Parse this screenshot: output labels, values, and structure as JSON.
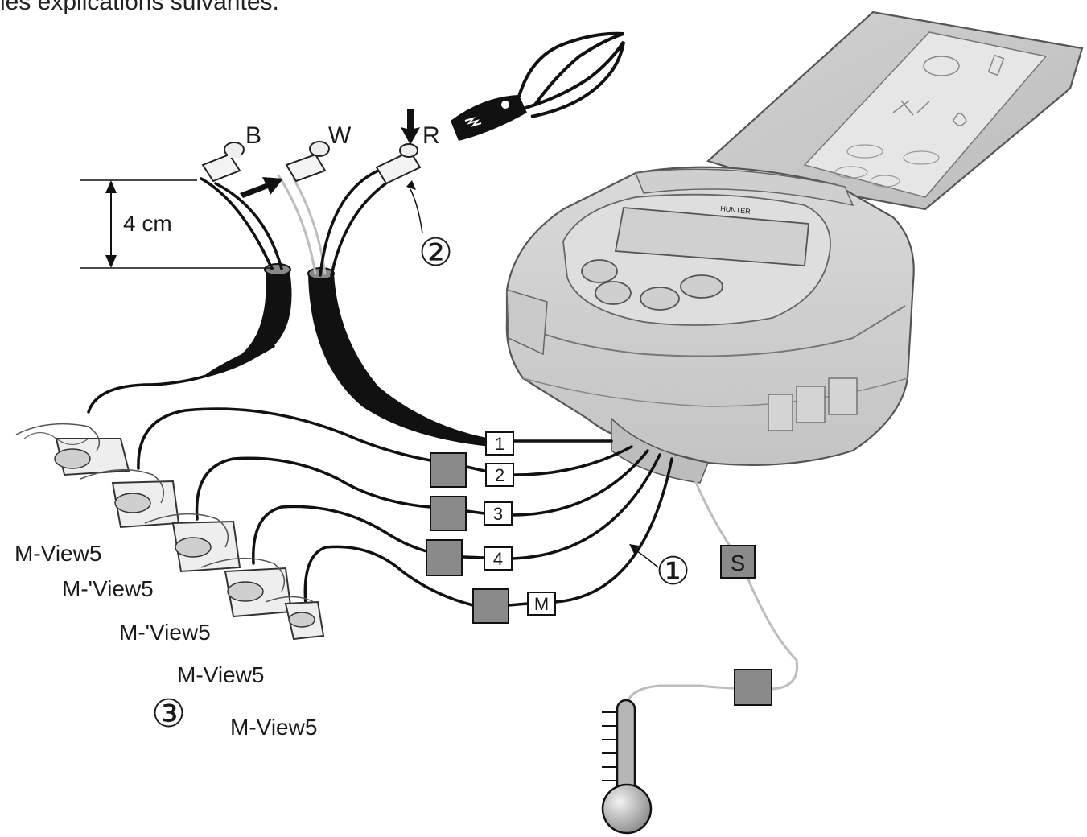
{
  "intro_text": "les explications suivantes.",
  "wire_labels": {
    "b": "B",
    "w": "W",
    "r": "R"
  },
  "dimension": "4 cm",
  "callouts": {
    "one": "①",
    "two": "②",
    "three": "③"
  },
  "station_tags": [
    "1",
    "2",
    "3",
    "4",
    "M"
  ],
  "sensor_tag": "S",
  "valve_labels": [
    "M-View5",
    "M-'View5",
    "M-'View5",
    "M-View5",
    "M-View5"
  ],
  "device_branding": "HUNTER"
}
